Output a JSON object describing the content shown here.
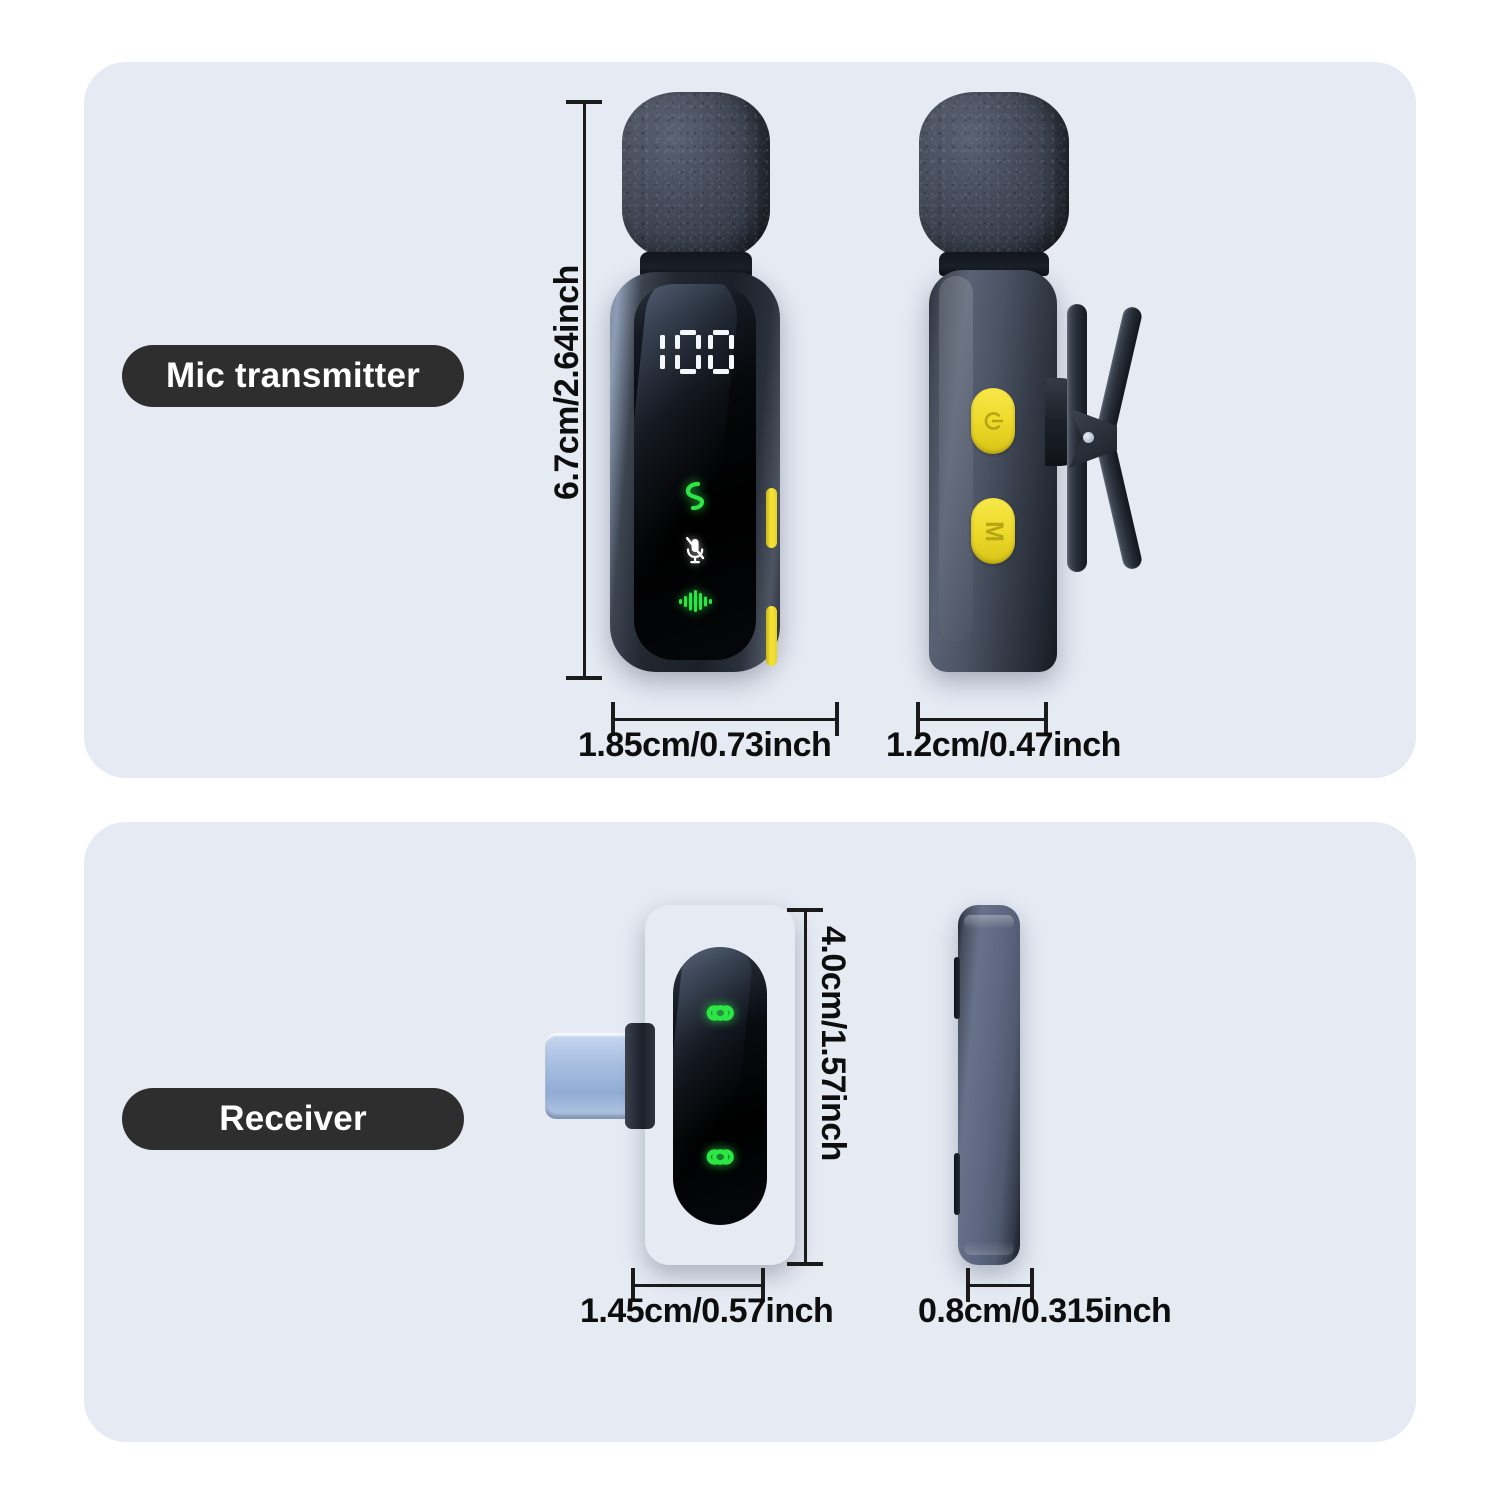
{
  "page": {
    "background_color": "#ffffff",
    "panel_color": "#e5eaf3",
    "accent_yellow": "#efdb2c",
    "accent_green": "#2ce646",
    "pill_color": "#2e2e2e"
  },
  "sections": [
    {
      "id": "mic-transmitter",
      "label": "Mic transmitter",
      "views": [
        {
          "name": "front",
          "display": {
            "battery_readout": "100",
            "icons": [
              {
                "name": "link-icon",
                "color": "#2ce646"
              },
              {
                "name": "mic-muted-icon",
                "color": "#ffffff"
              },
              {
                "name": "waveform-icon",
                "color": "#2ce646"
              }
            ]
          },
          "buttons": [
            {
              "name": "power-button",
              "color": "#efdb2c"
            },
            {
              "name": "mode-button",
              "color": "#efdb2c"
            }
          ]
        },
        {
          "name": "side",
          "buttons": [
            {
              "name": "power-button",
              "symbol": "⏻",
              "color": "#efdb2c"
            },
            {
              "name": "mode-button",
              "symbol": "M",
              "color": "#efdb2c"
            }
          ],
          "has_clip": true
        }
      ],
      "dimensions": {
        "height": "6.7cm/2.64inch",
        "front_width": "1.85cm/0.73inch",
        "side_width": "1.2cm/0.47inch"
      }
    },
    {
      "id": "receiver",
      "label": "Receiver",
      "views": [
        {
          "name": "front",
          "connector": "usb-c",
          "display": {
            "icons": [
              {
                "name": "link-icon",
                "color": "#2ce646"
              },
              {
                "name": "link-icon",
                "color": "#2ce646"
              }
            ]
          }
        },
        {
          "name": "side"
        }
      ],
      "dimensions": {
        "height": "4.0cm/1.57inch",
        "front_width": "1.45cm/0.57inch",
        "side_width": "0.8cm/0.315inch"
      }
    }
  ]
}
